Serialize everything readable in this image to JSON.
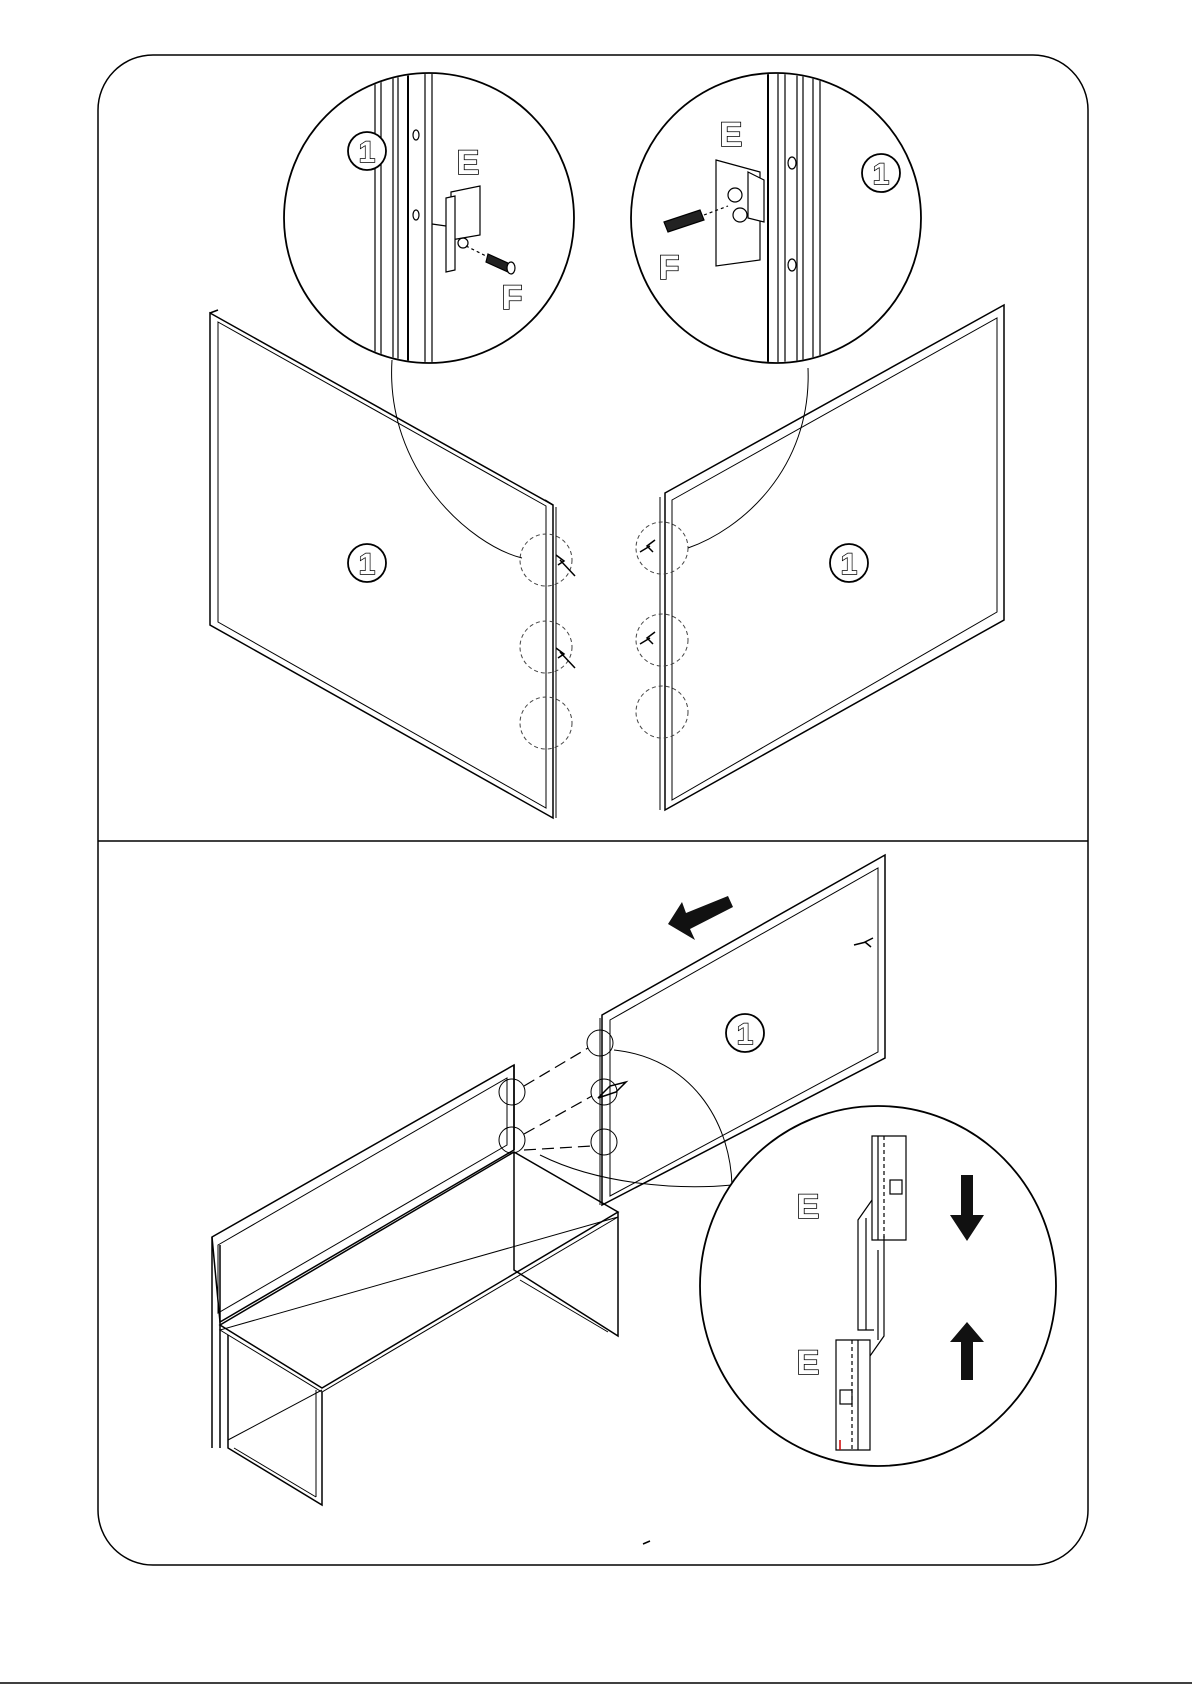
{
  "labels": {
    "part_number": "1",
    "bracket": "E",
    "screw": "F"
  },
  "colors": {
    "line": "#000000",
    "background": "#ffffff"
  },
  "icons": [
    "arrow-left-down-icon",
    "arrow-down-icon",
    "arrow-up-icon"
  ]
}
